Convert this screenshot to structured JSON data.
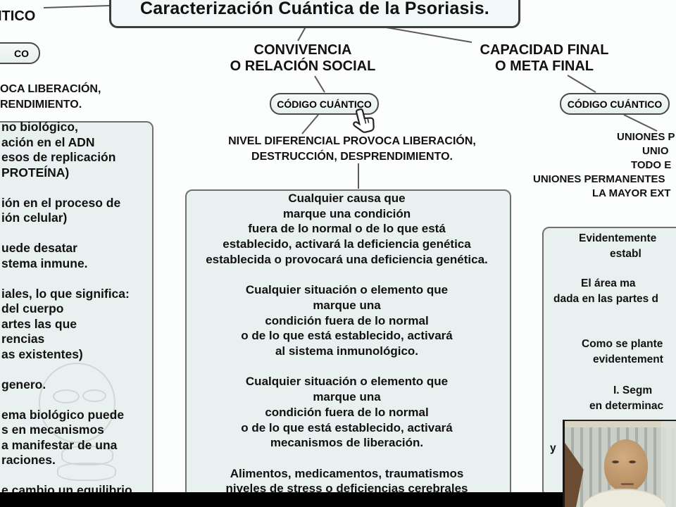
{
  "title": "Caracterización Cuántica de la Psoriasis.",
  "top_left": {
    "heading_fragment": "ITICO",
    "button_fragment": "CO"
  },
  "left_branch": {
    "label_fragment": "OCA LIBERACIÓN,\nRENDIMIENTO.",
    "box_text": "no biológico,\nación en el ADN\nesos de replicación\nPROTEÍNA)\n\nión en el proceso de\nión celular)\n\nuede desatar\nstema inmune.\n\niales, lo que significa:\ndel cuerpo\nartes las que\nrencias\nas existentes)\n\ngenero.\n\nema biológico puede\ns en mecanismos\na manifestar de una\nraciones.\n\ne cambio un equilibrio"
  },
  "center_branch": {
    "heading": "CONVIVENCIA\nO RELACIÓN SOCIAL",
    "button_label": "CÓDIGO CUÁNTICO",
    "label": "NIVEL DIFERENCIAL PROVOCA LIBERACIÓN,\nDESTRUCCIÓN, DESPRENDIMIENTO.",
    "box_text": "Cualquier causa que\nmarque una condición\nfuera de lo normal o de lo que está\nestablecido, activará la deficiencia genética\nestablecida o provocará una deficiencia genética.\n\nCualquier situación o elemento que\nmarque una\ncondición fuera de lo normal\no de lo que está establecido, activará\nal sistema inmunológico.\n\nCualquier situación o elemento que\nmarque una\ncondición fuera de lo normal\no de lo que está establecido, activará\nmecanismos de liberación.\n\nAlimentos, medicamentos, traumatismos\nniveles de stress o deficiencias cerebrales"
  },
  "right_branch": {
    "heading": "CAPACIDAD FINAL\nO META FINAL",
    "button_label": "CÓDIGO CUÁNTICO",
    "label_fragments": [
      "UNIONES P",
      "UNIO",
      "TODO E",
      "UNIONES PERMANENTES",
      "LA MAYOR EXT"
    ],
    "box_fragments": [
      "Evidentemente",
      "establ",
      "El área ma",
      "dada en las partes d",
      "Como se plante",
      "evidentement",
      "I. Segm",
      "en determinac",
      "y"
    ]
  },
  "colors": {
    "canvas": "#fcfdfd",
    "box_fill": "#e9f1f0",
    "box_border": "#707070",
    "connector_line": "#5a5a5a",
    "bottom_bar": "#000000"
  },
  "icons": {
    "cursor": "hand-pointer"
  }
}
